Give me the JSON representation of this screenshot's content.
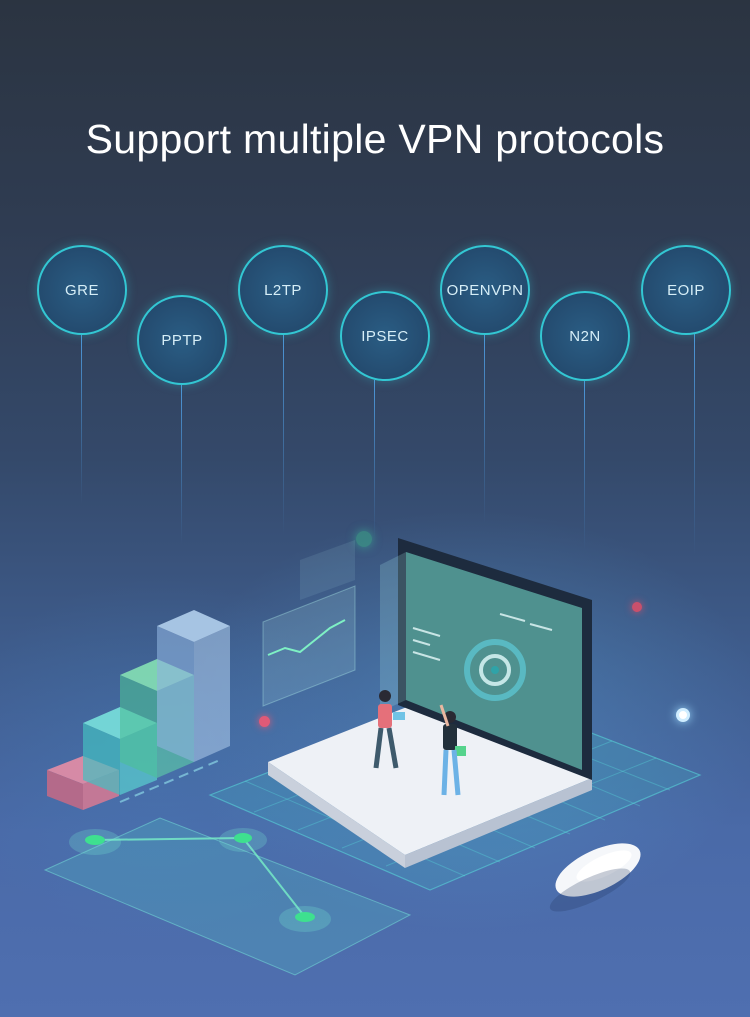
{
  "headline": "Support multiple VPN protocols",
  "protocols": [
    {
      "label": "GRE"
    },
    {
      "label": "PPTP"
    },
    {
      "label": "L2TP"
    },
    {
      "label": "IPSEC"
    },
    {
      "label": "OPENVPN"
    },
    {
      "label": "N2N"
    },
    {
      "label": "EOIP"
    }
  ],
  "colors": {
    "accent": "#33c7d3",
    "circle_fill": "#244b6f",
    "text": "#ffffff"
  }
}
